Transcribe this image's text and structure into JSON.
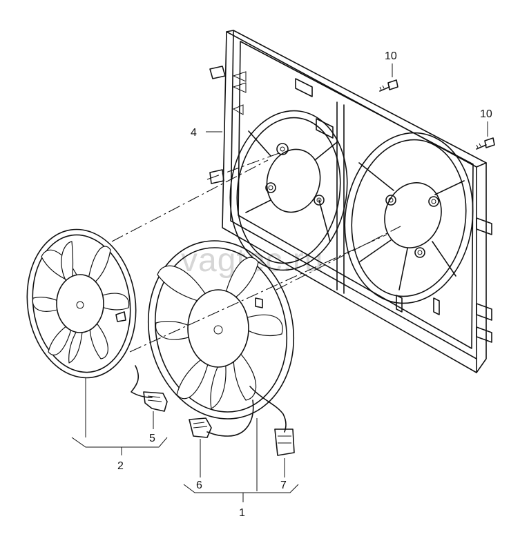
{
  "watermark": "vagtec.ru",
  "callouts": {
    "c1": "1",
    "c2": "2",
    "c4": "4",
    "c5": "5",
    "c6": "6",
    "c7": "7",
    "c10a": "10",
    "c10b": "10"
  }
}
